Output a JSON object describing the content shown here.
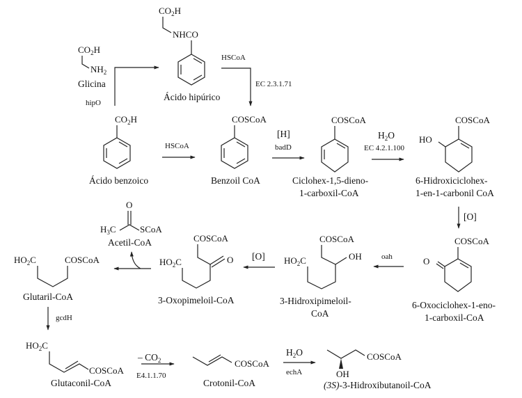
{
  "diagram": {
    "title": "Benzoate degradation pathway",
    "compounds": {
      "glycine": {
        "name": "Glicina",
        "groups": [
          "CO2H",
          "NH2"
        ]
      },
      "hippuric": {
        "name": "Ácido hipúrico",
        "groups": [
          "CO2H",
          "NHCO"
        ]
      },
      "benzoic": {
        "name": "Ácido benzoico",
        "groups": [
          "CO2H"
        ]
      },
      "benzoylcoa": {
        "name": "Benzoil CoA",
        "groups": [
          "COSCoA"
        ]
      },
      "cyclohexadiene": {
        "name_line1": "Ciclohex-1,5-dieno-",
        "name_line2": "1-carboxil-CoA",
        "groups": [
          "COSCoA"
        ]
      },
      "hydroxycyclohex": {
        "name_line1": "6-Hidroxiciclohex-",
        "name_line2": "1-en-1-carbonil CoA",
        "groups": [
          "COSCoA",
          "HO"
        ]
      },
      "oxocyclohex": {
        "name_line1": "6-Oxociclohex-1-eno-",
        "name_line2": "1-carboxil-CoA",
        "groups": [
          "COSCoA",
          "O"
        ]
      },
      "hydroxypimeloyl": {
        "name_line1": "3-Hidroxipimeloil-",
        "name_line2": "CoA",
        "groups": [
          "COSCoA",
          "HO2C",
          "OH"
        ]
      },
      "oxopimeloyl": {
        "name": "3-Oxopimeloil-CoA",
        "groups": [
          "COSCoA",
          "HO2C",
          "O"
        ]
      },
      "acetylcoa": {
        "name": "Acetil-CoA",
        "groups": [
          "O",
          "H3C",
          "SCoA"
        ]
      },
      "glutaryl": {
        "name": "Glutaril-CoA",
        "groups": [
          "HO2C",
          "COSCoA"
        ]
      },
      "glutaconyl": {
        "name": "Glutaconil-CoA",
        "groups": [
          "HO2C",
          "COSCoA"
        ]
      },
      "crotonyl": {
        "name": "Crotonil-CoA",
        "groups": [
          "COSCoA"
        ]
      },
      "hydroxybutanoyl": {
        "name_prefix": "(3S)",
        "name_rest": "-3-Hidroxibutanoil-CoA",
        "groups": [
          "COSCoA",
          "OH"
        ]
      }
    },
    "reactions": {
      "hipO": {
        "enzyme": "hipO"
      },
      "hippuric_to_benzoyl": {
        "reagent": "HSCoA",
        "enzyme": "EC 2.3.1.71"
      },
      "benzoic_to_benzoyl": {
        "reagent": "HSCoA"
      },
      "benzoyl_to_diene": {
        "reagent": "[H]",
        "enzyme": "badD"
      },
      "diene_to_hydroxy": {
        "reagent": "H2O",
        "enzyme": "EC 4.2.1.100"
      },
      "hydroxy_to_oxo": {
        "reagent": "[O]"
      },
      "oxo_to_hydroxypimeloyl": {
        "enzyme": "oah"
      },
      "hydroxypimeloyl_to_oxopimeloyl": {
        "reagent": "[O]"
      },
      "glutaryl_to_glutaconyl": {
        "enzyme": "gcdH"
      },
      "glutaconyl_to_crotonyl": {
        "reagent": "– CO2",
        "enzyme": "E4.1.1.70"
      },
      "crotonyl_to_hydroxybutanoyl": {
        "reagent": "H2O",
        "enzyme": "echA"
      }
    }
  }
}
